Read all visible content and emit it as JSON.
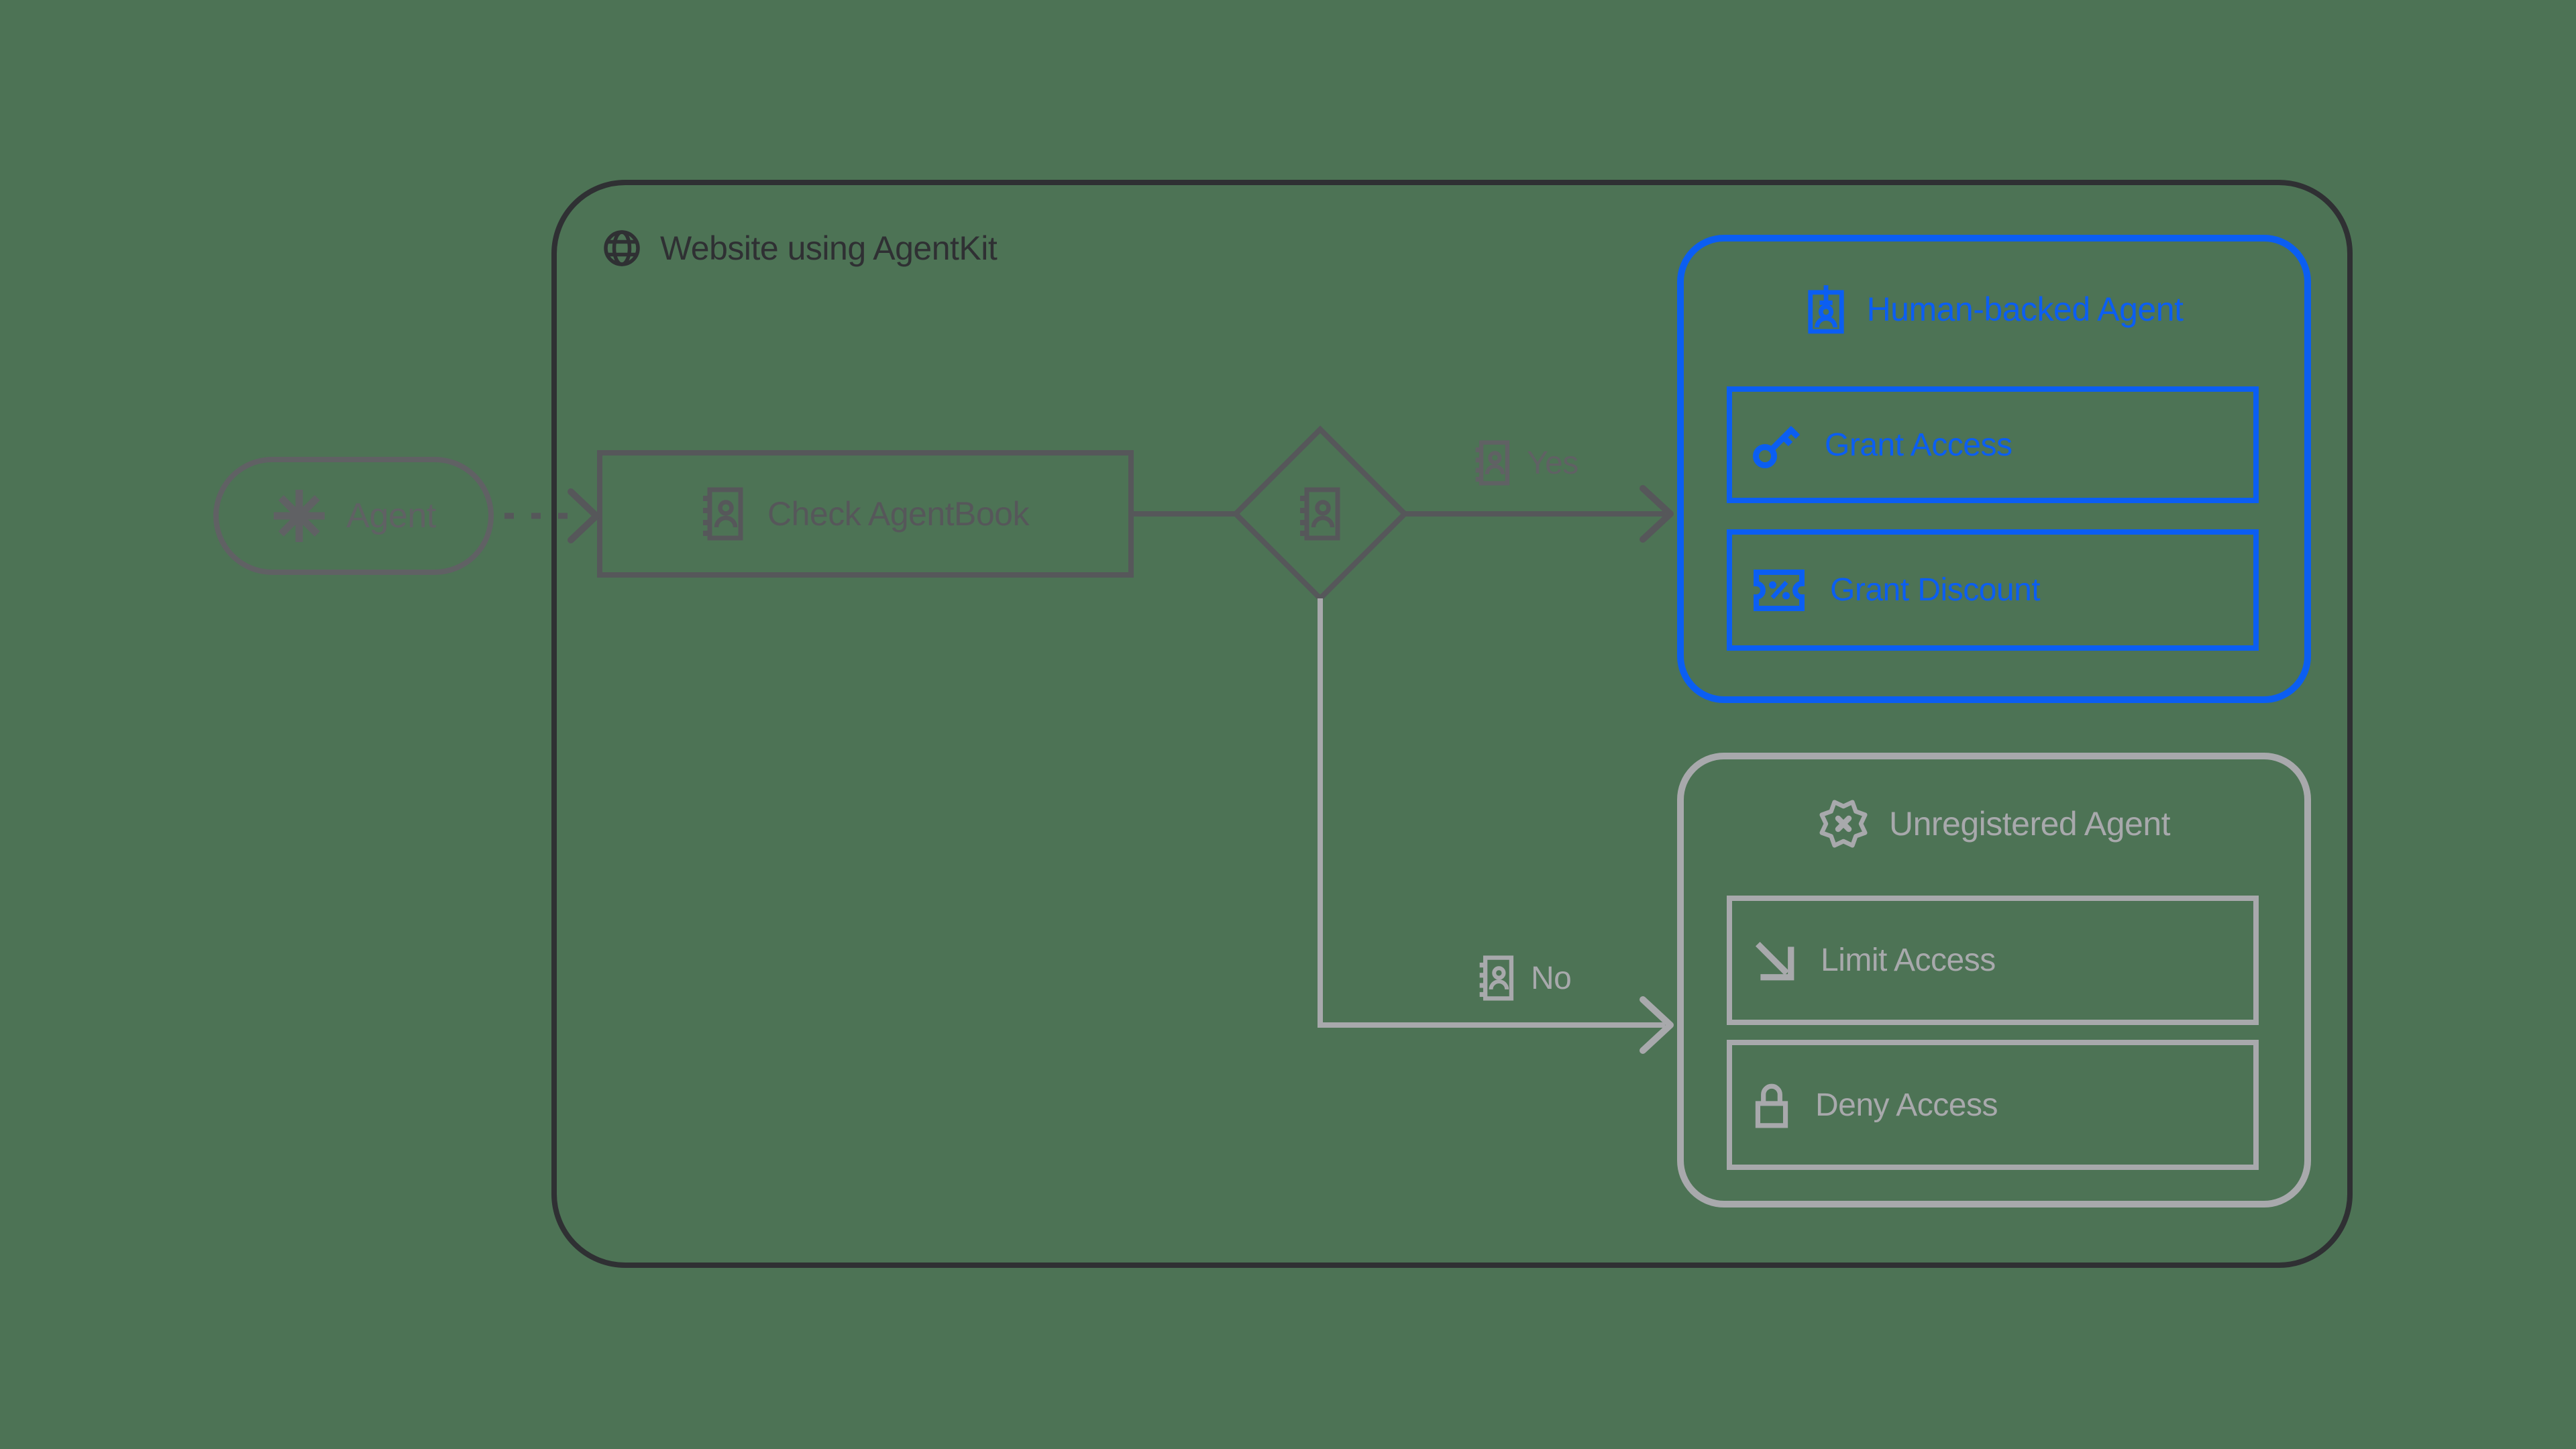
{
  "website": {
    "title": "Website using AgentKit",
    "icon": "globe"
  },
  "nodes": {
    "agent": {
      "label": "Agent",
      "icon": "asterisk-spark"
    },
    "check": {
      "label": "Check AgentBook",
      "icon": "address-book"
    },
    "decision": {
      "icon": "address-book"
    }
  },
  "branches": {
    "yes": {
      "label": "Yes",
      "icon": "address-book"
    },
    "no": {
      "label": "No",
      "icon": "address-book"
    }
  },
  "outcomes": {
    "human_backed": {
      "title": "Human-backed Agent",
      "icon": "id-badge",
      "actions": [
        {
          "label": "Grant Access",
          "icon": "key"
        },
        {
          "label": "Grant Discount",
          "icon": "coupon-percent"
        }
      ]
    },
    "unregistered": {
      "title": "Unregistered Agent",
      "icon": "seal-x",
      "actions": [
        {
          "label": "Limit Access",
          "icon": "arrow-down-right"
        },
        {
          "label": "Deny Access",
          "icon": "padlock"
        }
      ]
    }
  },
  "colors": {
    "background": "#4d7355",
    "frame_dark": "#2f3033",
    "shape_gray": "#56575a",
    "soft_gray": "#606164",
    "light_gray": "#a8a9ac",
    "accent_blue": "#0b5ef2"
  }
}
